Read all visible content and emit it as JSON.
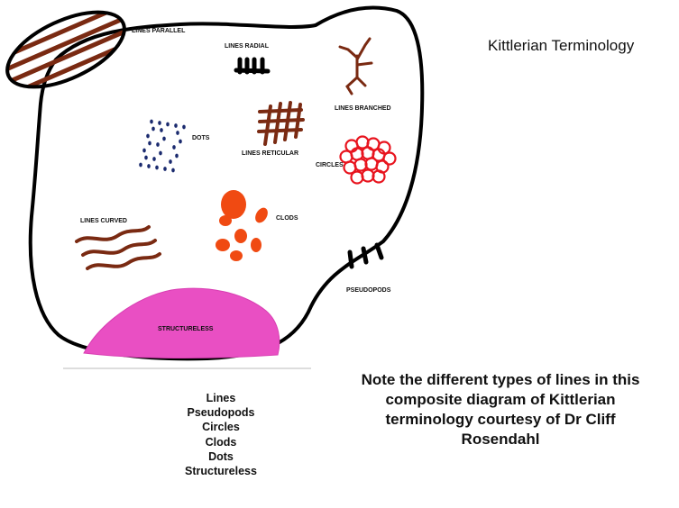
{
  "title": "Kittlerian Terminology",
  "labels": {
    "lines_parallel": "LINES PARALLEL",
    "lines_radial": "LINES RADIAL",
    "lines_branched": "LINES BRANCHED",
    "dots": "DOTS",
    "lines_reticular": "LINES RETICULAR",
    "circles": "CIRCLES",
    "clods": "CLODS",
    "lines_curved": "LINES CURVED",
    "pseudopods": "PSEUDOPODS",
    "structureless": "STRUCTURELESS"
  },
  "list": [
    "Lines",
    "Pseudopods",
    "Circles",
    "Clods",
    "Dots",
    "Structureless"
  ],
  "note": "Note the different types of lines in this composite diagram of Kittlerian terminology courtesy of Dr Cliff Rosendahl",
  "colors": {
    "outline": "#000000",
    "brown": "#7a2a12",
    "navy": "#1a2a6e",
    "red": "#e8141e",
    "orange": "#f04a12",
    "pink": "#e94fc3"
  }
}
